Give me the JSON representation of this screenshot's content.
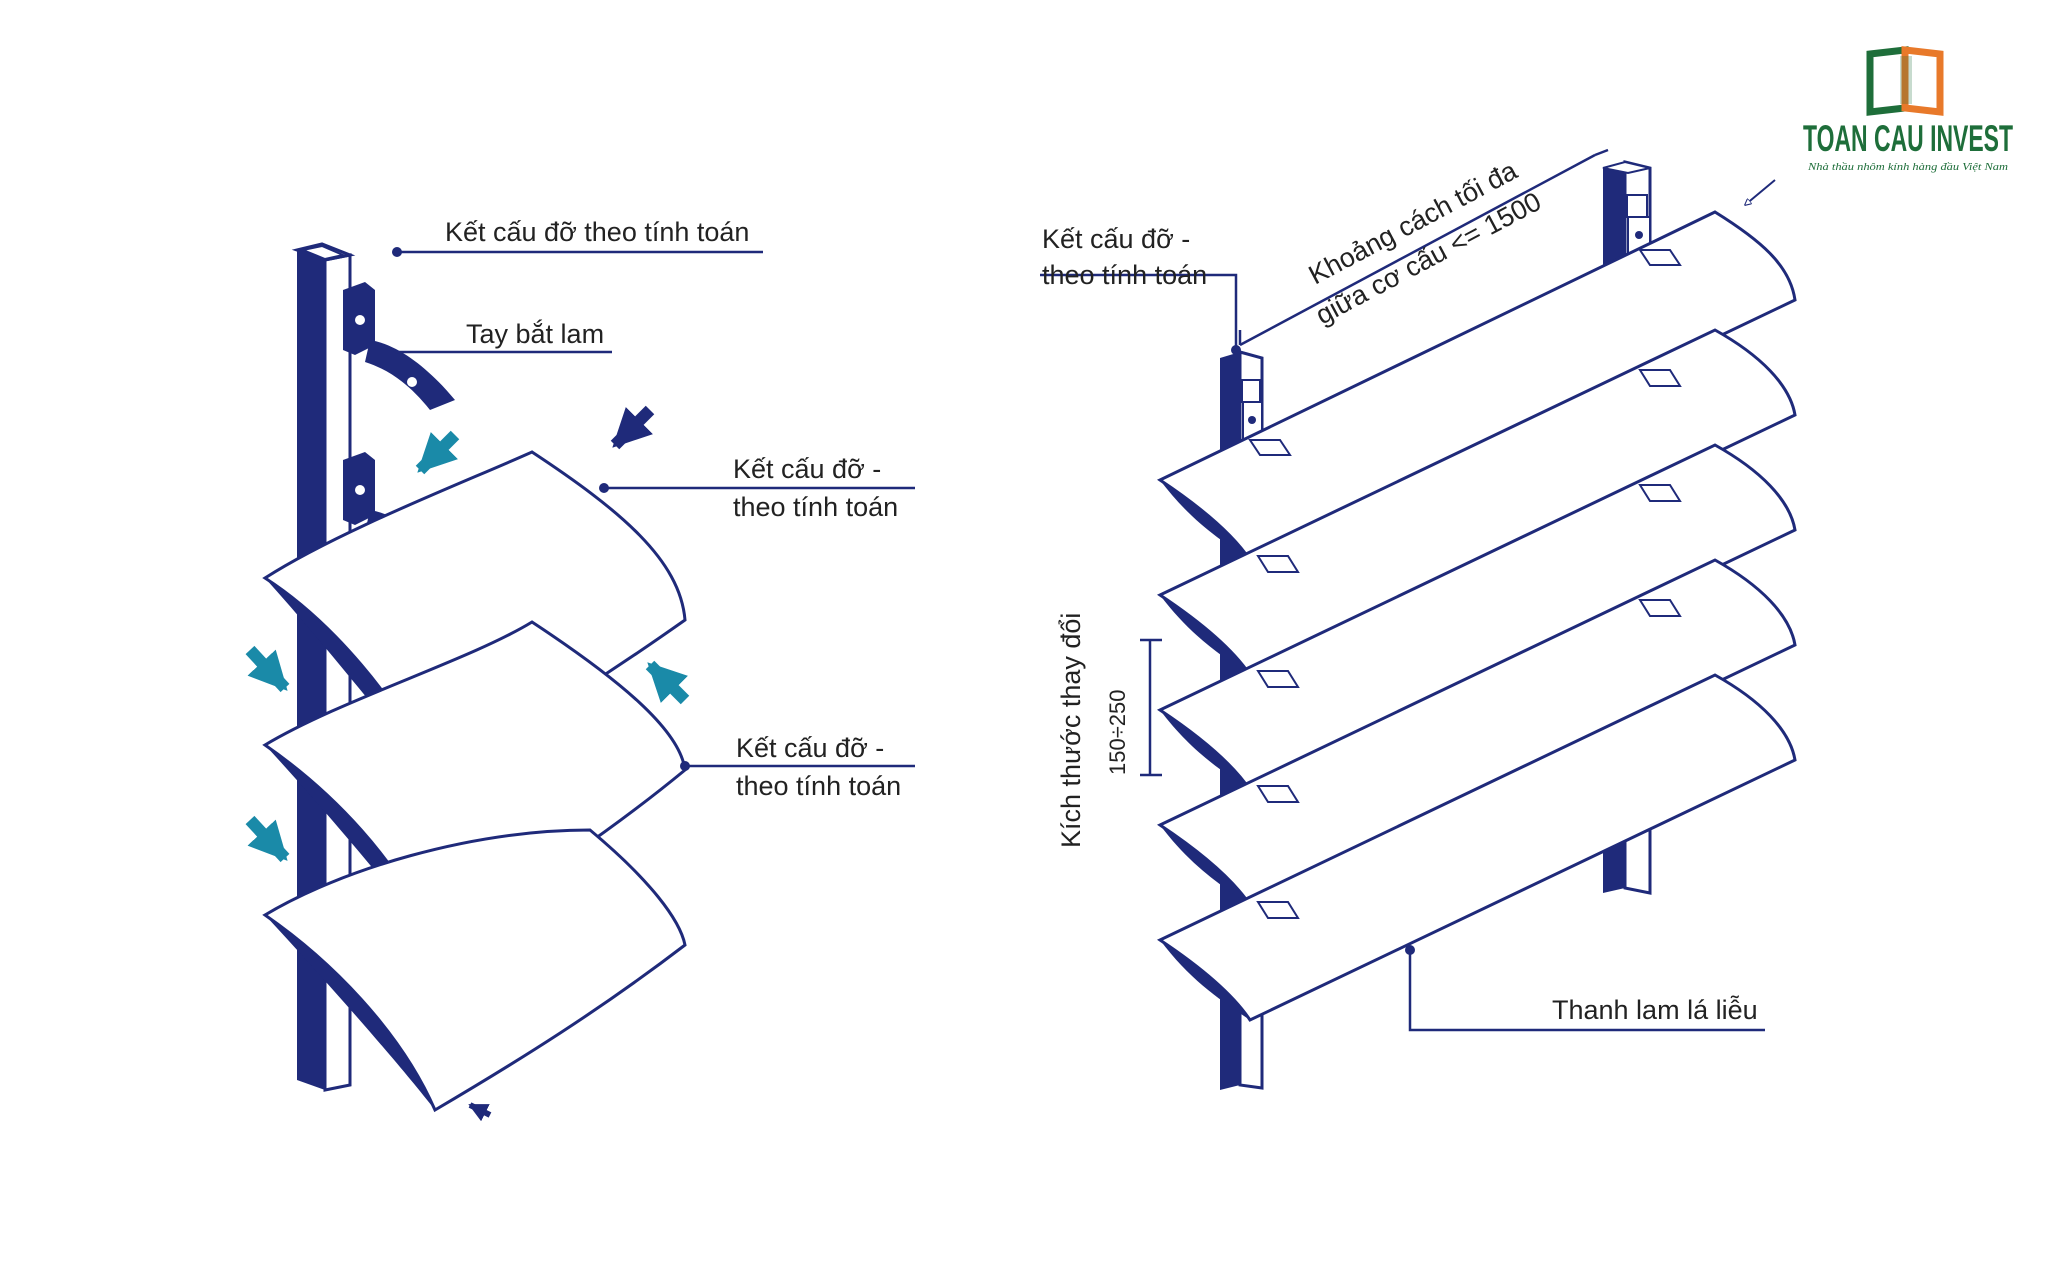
{
  "logo": {
    "brand": "TOAN CAU INVEST",
    "tagline": "Nhà thầu nhôm kính hàng đầu Việt Nam",
    "colors": {
      "green": "#1e6e3a",
      "orange": "#e8792a"
    }
  },
  "left_diagram": {
    "label_support_top": "Kết cấu đỡ theo tính toán",
    "label_bracket": "Tay bắt lam",
    "label_support_mid_1": "Kết cấu đỡ -",
    "label_support_mid_2": "theo tính toán",
    "label_support_low_1": "Kết cấu đỡ -",
    "label_support_low_2": "theo tính toán"
  },
  "right_diagram": {
    "label_support_1": "Kết cấu đỡ -",
    "label_support_2": "theo tính toán",
    "label_distance_1": "Khoảng cách tối đa",
    "label_distance_2": "giữa cơ cấu <= 1500",
    "label_size_vertical": "Kích thước thay đổi",
    "label_range": "150÷250",
    "label_louver": "Thanh lam lá liễu"
  },
  "colors": {
    "line": "#1f2a7a",
    "arrow": "#1a8aa8",
    "text": "#222222"
  }
}
